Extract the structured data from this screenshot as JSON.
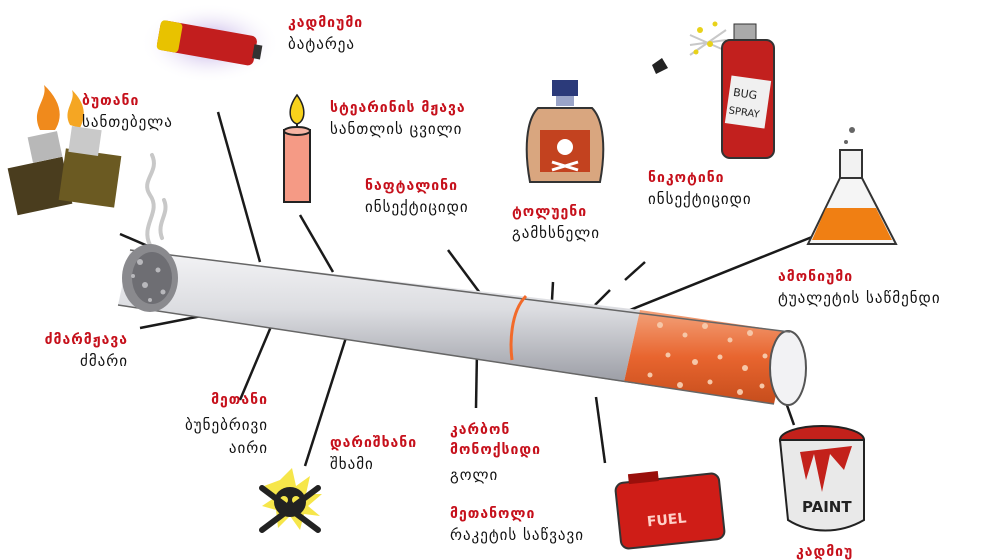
{
  "colors": {
    "label_red": "#c6101b",
    "text_dark": "#111111",
    "filter_orange": "#e8652f",
    "paper_grey": "#dcdde1",
    "ash_grey": "#8a8a8e"
  },
  "labels": {
    "cadmium": {
      "name": "კადმიუმი",
      "source": "ბატარეა",
      "icon": "battery-icon"
    },
    "butane": {
      "name": "ბუთანი",
      "source": "სანთებელა",
      "icon": "lighter-icon"
    },
    "stearic": {
      "name": "სტეარინის მჟავა",
      "source": "სანთლის ცვილი",
      "icon": "candle-icon"
    },
    "naphthalene": {
      "name": "ნაფტალინი",
      "source": "ინსექტიციდი"
    },
    "toluene": {
      "name": "ტოლუენი",
      "source": "გამხსნელი",
      "icon": "poison-bottle-icon"
    },
    "nicotine": {
      "name": "ნიკოტინი",
      "source": "ინსექტიციდი",
      "icon": "bug-spray-icon"
    },
    "ammonia": {
      "name": "ამონიუმი",
      "source": "ტუალეტის საწმენდი",
      "icon": "flask-icon"
    },
    "acid": {
      "name": "ძმარმჟავა",
      "source": "ძმარი"
    },
    "methane": {
      "name": "მეთანი",
      "source": "ბუნებრივი აირი"
    },
    "arsenic": {
      "name": "დარიშხანი",
      "source": "შხამი",
      "icon": "skull-crossbones-icon"
    },
    "carbon_monoxide": {
      "name": "კარბონ მონოქსიდი",
      "source": "გოლი"
    },
    "methanol": {
      "name": "მეთანოლი",
      "source": "რაკეტის საწვავი",
      "icon": "fuel-can-icon"
    },
    "paint": {
      "name": "კადმიუ",
      "icon": "paint-can-icon"
    }
  },
  "icon_texts": {
    "spray_can": "BUG SPRAY",
    "paint_can": "PAINT",
    "fuel_can": "FUEL"
  }
}
